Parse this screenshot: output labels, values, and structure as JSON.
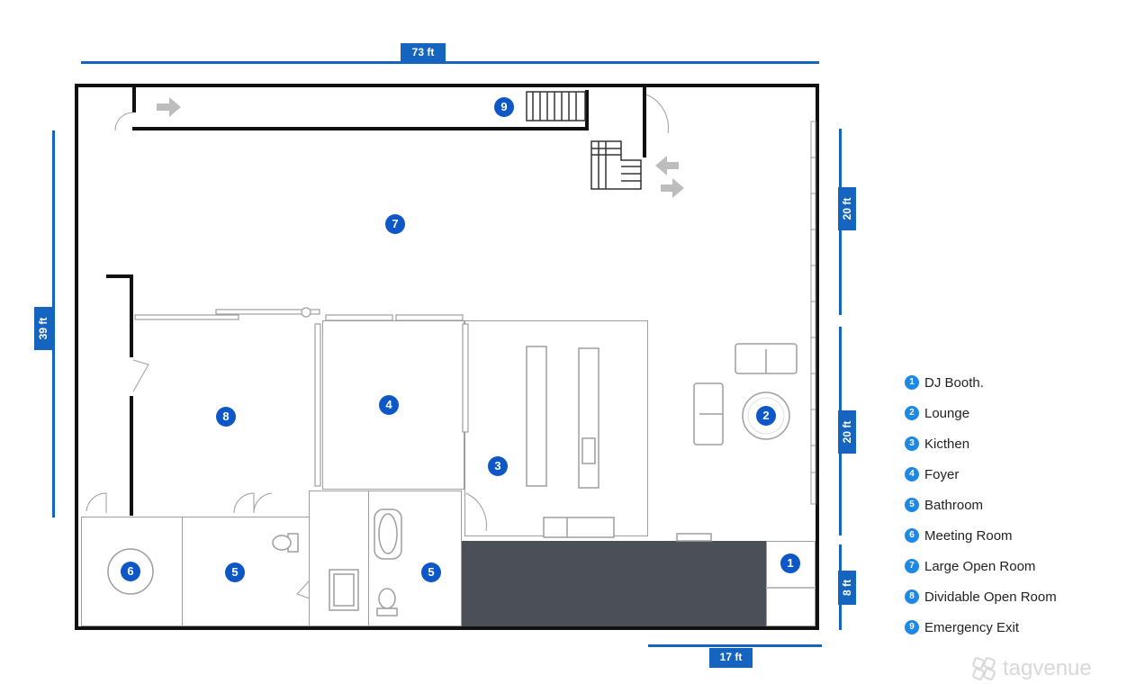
{
  "dimensions": {
    "width_top": "73 ft",
    "height_left": "39 ft",
    "right_upper": "20 ft",
    "right_middle": "20 ft",
    "right_lower": "8 ft",
    "bottom_right": "17 ft"
  },
  "rooms": [
    {
      "number": "1",
      "label": "DJ Booth."
    },
    {
      "number": "2",
      "label": "Lounge"
    },
    {
      "number": "3",
      "label": "Kicthen"
    },
    {
      "number": "4",
      "label": "Foyer"
    },
    {
      "number": "5",
      "label": "Bathroom"
    },
    {
      "number": "6",
      "label": "Meeting Room"
    },
    {
      "number": "7",
      "label": "Large Open Room"
    },
    {
      "number": "8",
      "label": "Dividable Open Room"
    },
    {
      "number": "9",
      "label": "Emergency Exit"
    }
  ],
  "plan_badges": [
    "9",
    "7",
    "8",
    "4",
    "3",
    "2",
    "1",
    "6",
    "5",
    "5"
  ],
  "brand": "tagvenue",
  "colors": {
    "dimension_blue": "#1565c0",
    "badge_blue": "#0d57c6",
    "legend_blue": "#1e88e5",
    "wall": "#111111",
    "stage": "#4b4f57"
  }
}
